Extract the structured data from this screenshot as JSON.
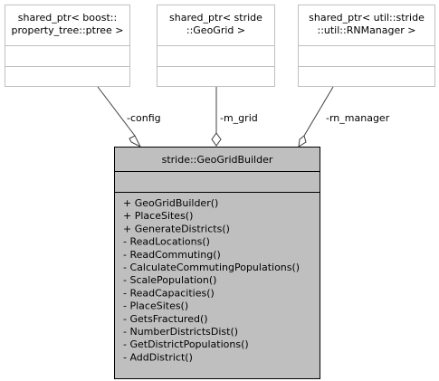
{
  "colors": {
    "background": "#ffffff",
    "box_border_light": "#bfbfbf",
    "main_fill": "#bfbfbf",
    "main_border": "#000000",
    "edge": "#404040"
  },
  "dependencies": [
    {
      "id": "config",
      "line1": "shared_ptr< boost::",
      "line2": "property_tree::ptree >",
      "edge_label": "-config"
    },
    {
      "id": "grid",
      "line1": "shared_ptr< stride",
      "line2": "::GeoGrid >",
      "edge_label": "-m_grid"
    },
    {
      "id": "rn",
      "line1": "shared_ptr< util::stride",
      "line2": "::util::RNManager >",
      "edge_label": "-rn_manager"
    }
  ],
  "main_class": {
    "name": "stride::GeoGridBuilder",
    "methods": [
      "+ GeoGridBuilder()",
      "+ PlaceSites()",
      "+ GenerateDistricts()",
      "- ReadLocations()",
      "- ReadCommuting()",
      "- CalculateCommutingPopulations()",
      "- ScalePopulation()",
      "- ReadCapacities()",
      "- PlaceSites()",
      "- GetsFractured()",
      "- NumberDistrictsDist()",
      "- GetDistrictPopulations()",
      "- AddDistrict()"
    ]
  }
}
